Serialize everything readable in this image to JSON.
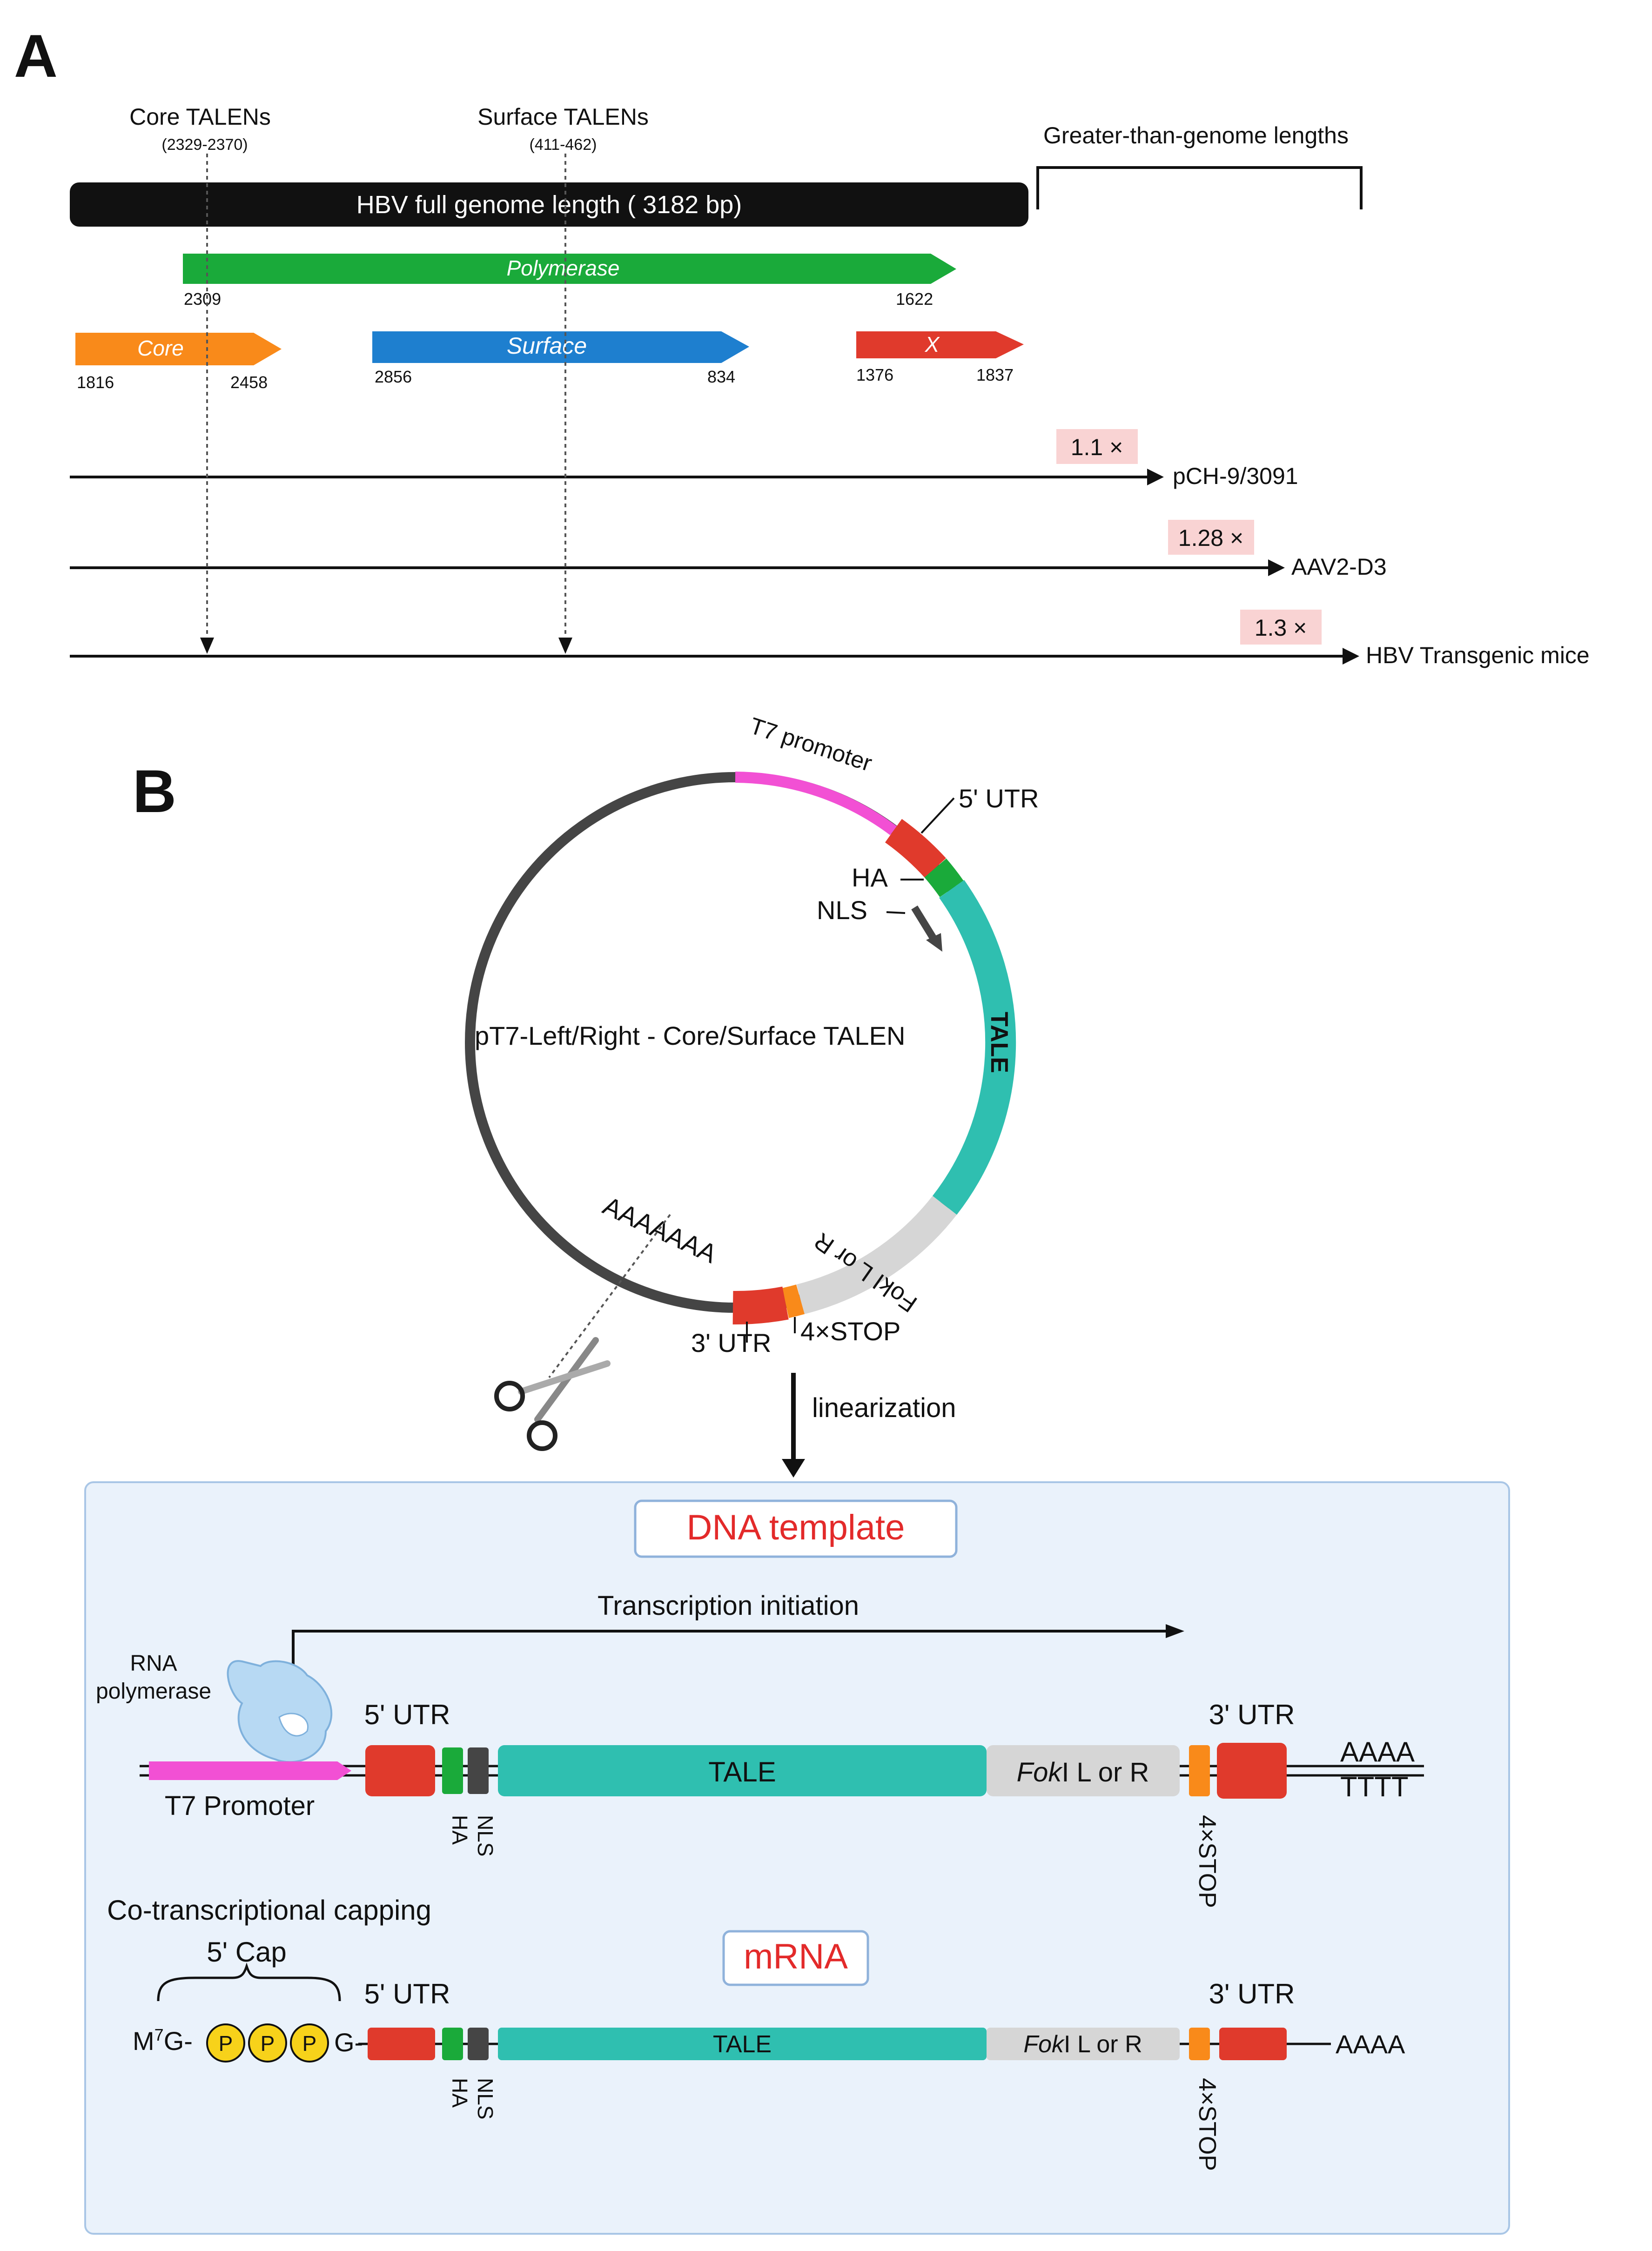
{
  "panel_a": {
    "letter": "A",
    "core_talens": {
      "label": "Core TALENs",
      "range": "(2329-2370)"
    },
    "surface_talens": {
      "label": "Surface TALENs",
      "range": "(411-462)"
    },
    "greater_than": "Greater-than-genome lengths",
    "genome_bar": "HBV full genome length ( 3182 bp)",
    "polymerase": {
      "label": "Polymerase",
      "start": "2309",
      "end": "1622",
      "color": "#1aaa3a"
    },
    "core": {
      "label": "Core",
      "start": "1816",
      "end": "2458",
      "color": "#f98a1a"
    },
    "surface": {
      "label": "Surface",
      "start": "2856",
      "end": "834",
      "color": "#1e7fcf"
    },
    "x": {
      "label": "X",
      "start": "1376",
      "end": "1837",
      "color": "#e03a2c"
    },
    "constructs": [
      {
        "fold": "1.1 ×",
        "name": "pCH-9/3091"
      },
      {
        "fold": "1.28 ×",
        "name": "AAV2-D3"
      },
      {
        "fold": "1.3 ×",
        "name": "HBV Transgenic mice"
      }
    ]
  },
  "panel_b": {
    "letter": "B",
    "plasmid": {
      "name": "pT7-Left/Right - Core/Surface TALEN",
      "t7_promoter": "T7 promoter",
      "utr5": "5' UTR",
      "ha": "HA",
      "nls": "NLS",
      "tale": "TALE",
      "foki": "FokI L or R",
      "utr3": "3' UTR",
      "stop": "4×STOP",
      "polya": "AAAAAAA"
    },
    "linearization": "linearization",
    "box": {
      "dna_title": "DNA template",
      "transcription": "Transcription initiation",
      "rna_pol_line1": "RNA",
      "rna_pol_line2": "polymerase",
      "utr5": "5' UTR",
      "utr3": "3' UTR",
      "t7": "T7 Promoter",
      "ha": "HA",
      "nls": "NLS",
      "tale": "TALE",
      "fok_italic": "Fok",
      "fok_rest": "I L or R",
      "stop": "4×STOP",
      "aaaa": "AAAA",
      "tttt": "TTTT",
      "capping": "Co-transcriptional capping",
      "cap": "5' Cap",
      "mrna_title": "mRNA",
      "m7g": "M",
      "m7g_sup": "7",
      "m7g_g": "G-",
      "p": "P",
      "g": "G-",
      "mrna_utr5": "5' UTR",
      "mrna_utr3": "3' UTR",
      "mrna_tale": "TALE",
      "mrna_ha": "HA",
      "mrna_nls": "NLS",
      "mrna_stop": "4×STOP",
      "mrna_tail": "AAAA"
    }
  },
  "colors": {
    "black": "#111111",
    "pink_bg": "#f9d3d3",
    "magenta": "#f250d4",
    "red": "#e03a2c",
    "green": "#1aaa3a",
    "teal": "#2fbfb0",
    "grey": "#d6d6d6",
    "dark": "#454545",
    "orange": "#f98a1a",
    "yellow": "#f7d21a",
    "box_bg": "#eaf2fb",
    "title_red": "#e32a2a"
  }
}
